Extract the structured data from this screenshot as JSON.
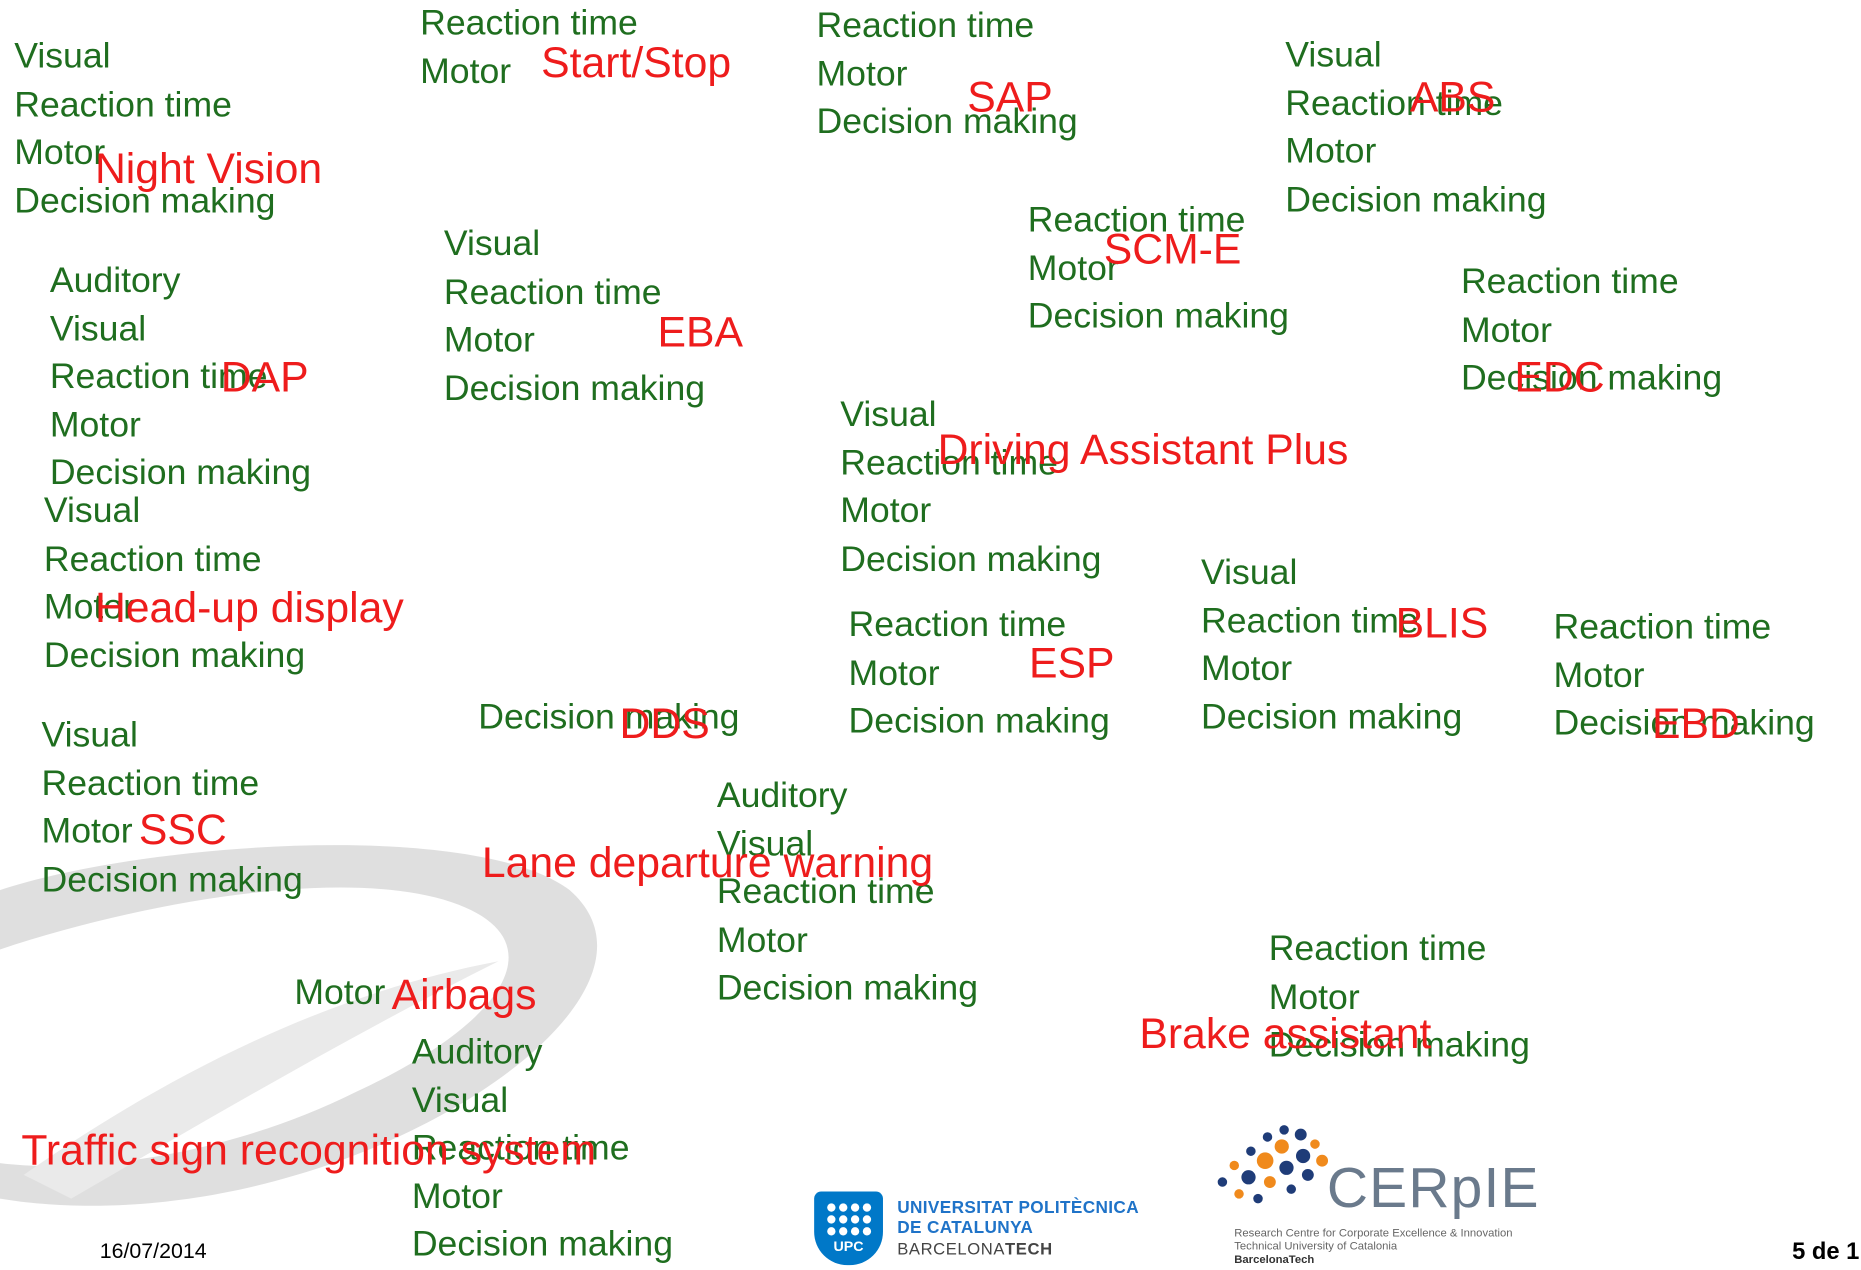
{
  "groups": [
    {
      "id": "night-vision",
      "label": "Night Vision",
      "items": [
        "Visual",
        "Reaction time",
        "Motor",
        "Decision making"
      ]
    },
    {
      "id": "start-stop",
      "label": "Start/Stop",
      "items": [
        "Reaction time",
        "Motor"
      ]
    },
    {
      "id": "sap",
      "label": "SAP",
      "items": [
        "Reaction time",
        "Motor",
        "Decision making"
      ]
    },
    {
      "id": "abs",
      "label": "ABS",
      "items": [
        "Visual",
        "Reaction time",
        "Motor",
        "Decision making"
      ]
    },
    {
      "id": "dap",
      "label": "DAP",
      "items": [
        "Auditory",
        "Visual",
        "Reaction time",
        "Motor",
        "Decision making"
      ]
    },
    {
      "id": "eba",
      "label": "EBA",
      "items": [
        "Visual",
        "Reaction time",
        "Motor",
        "Decision making"
      ]
    },
    {
      "id": "scm-e",
      "label": "SCM-E",
      "items": [
        "Reaction time",
        "Motor",
        "Decision making"
      ]
    },
    {
      "id": "edc",
      "label": "EDC",
      "items": [
        "Reaction time",
        "Motor",
        "Decision making"
      ]
    },
    {
      "id": "driving-assistant-plus",
      "label": "Driving Assistant Plus",
      "items": [
        "Visual",
        "Reaction time",
        "Motor",
        "Decision making"
      ]
    },
    {
      "id": "head-up-display",
      "label": "Head-up display",
      "items": [
        "Visual",
        "Reaction time",
        "Motor",
        "Decision making"
      ]
    },
    {
      "id": "esp",
      "label": "ESP",
      "items": [
        "Reaction time",
        "Motor",
        "Decision making"
      ]
    },
    {
      "id": "blis",
      "label": "BLIS",
      "items": [
        "Visual",
        "Reaction time",
        "Motor",
        "Decision making"
      ]
    },
    {
      "id": "ebd",
      "label": "EBD",
      "items": [
        "Reaction time",
        "Motor",
        "Decision making"
      ]
    },
    {
      "id": "dds",
      "label": "DDS",
      "items": [
        "Decision making"
      ]
    },
    {
      "id": "ssc",
      "label": "SSC",
      "items": [
        "Visual",
        "Reaction time",
        "Motor",
        "Decision making"
      ]
    },
    {
      "id": "lane-departure-warning",
      "label": "Lane departure warning",
      "items": [
        "Auditory",
        "Visual",
        "Reaction time",
        "Motor",
        "Decision making"
      ]
    },
    {
      "id": "airbags",
      "label": "Airbags",
      "items": [
        "Motor"
      ]
    },
    {
      "id": "brake-assistant",
      "label": "Brake assistant",
      "items": [
        "Reaction time",
        "Motor",
        "Decision making"
      ]
    },
    {
      "id": "traffic-sign-recognition",
      "label": "Traffic sign recognition system",
      "items": [
        "Auditory",
        "Visual",
        "Reaction time",
        "Motor",
        "Decision making"
      ]
    }
  ],
  "footer": {
    "date": "16/07/2014",
    "page": "5 de 1",
    "upc": {
      "badge": "UPC",
      "line1": "UNIVERSITAT POLITÈCNICA",
      "line2": "DE CATALUNYA",
      "line3a": "BARCELONA",
      "line3b": "TECH"
    },
    "cerpie": {
      "title": "CERpIE",
      "line1": "Research Centre for Corporate Excellence & Innovation",
      "line2": "Technical University of Catalonia",
      "line3": "BarcelonaTech"
    }
  },
  "colors": {
    "items": "#1f6e1f",
    "labels": "#ee1c1c",
    "upc_blue": "#0078c8",
    "swoosh": "#d8d8d8"
  }
}
